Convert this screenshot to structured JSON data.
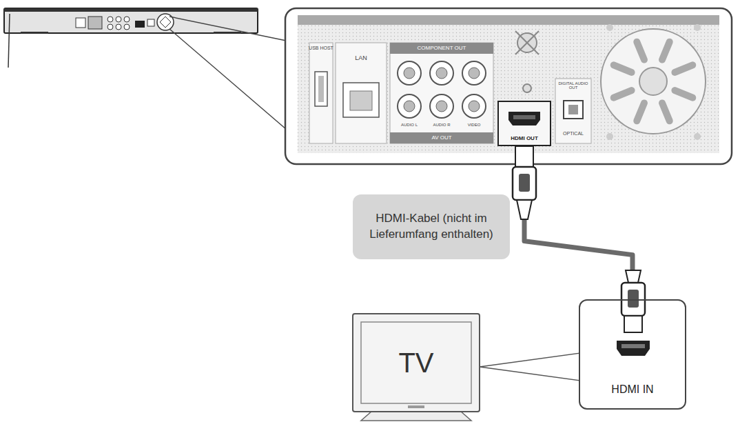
{
  "diagram": {
    "nodes": [
      {
        "text": [
          "HDMI OUT"
        ]
      },
      {
        "text": [
          "HDMI-Kabel (nicht im Lieferumfang enthalten)"
        ]
      },
      {
        "text": [
          "TV"
        ]
      },
      {
        "text": [
          "HDMI IN"
        ]
      }
    ],
    "edges": [
      {
        "from": 0,
        "to": 3,
        "arrow": "none"
      }
    ],
    "labels": [
      "USB HOST",
      "LAN",
      "COMPONENT OUT",
      "AV OUT",
      "AUDIO L",
      "AUDIO R",
      "VIDEO",
      "DIGITAL AUDIO OUT",
      "OPTICAL"
    ]
  }
}
